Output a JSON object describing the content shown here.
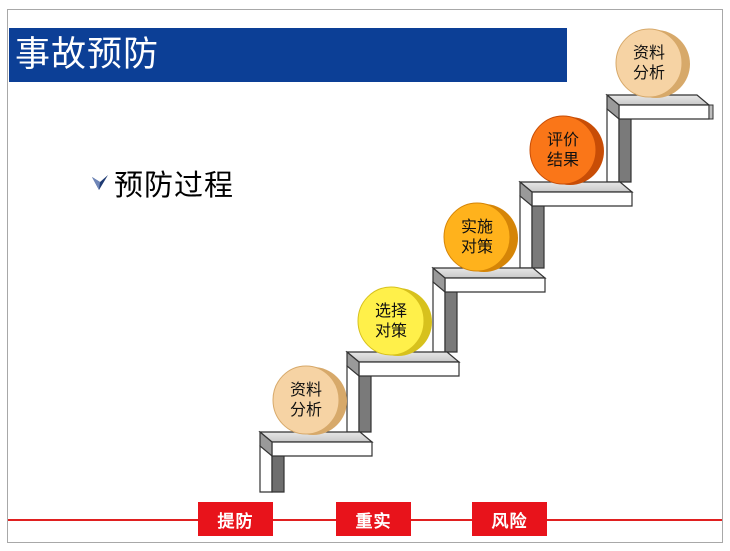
{
  "title": "事故预防",
  "bullet": {
    "text": "预防过程",
    "icon": "check-arrow-icon",
    "icon_color": "#1f3b73"
  },
  "steps": [
    {
      "line1": "资料",
      "line2": "分析",
      "color": "#f6d3a4",
      "rim": "#d7a96a"
    },
    {
      "line1": "选择",
      "line2": "对策",
      "color": "#fff04a",
      "rim": "#d7c11d"
    },
    {
      "line1": "实施",
      "line2": "对策",
      "color": "#ffb21c",
      "rim": "#d58507"
    },
    {
      "line1": "评价",
      "line2": "结果",
      "color": "#fa7618",
      "rim": "#c84d06"
    },
    {
      "line1": "资料",
      "line2": "分析",
      "color": "#f6d3a4",
      "rim": "#d7a96a"
    }
  ],
  "tags": [
    {
      "label": "提防"
    },
    {
      "label": "重实"
    },
    {
      "label": "风险"
    }
  ],
  "colors": {
    "title_bg": "#0c3f96",
    "tag_bg": "#e8131b",
    "line": "#e02020"
  }
}
